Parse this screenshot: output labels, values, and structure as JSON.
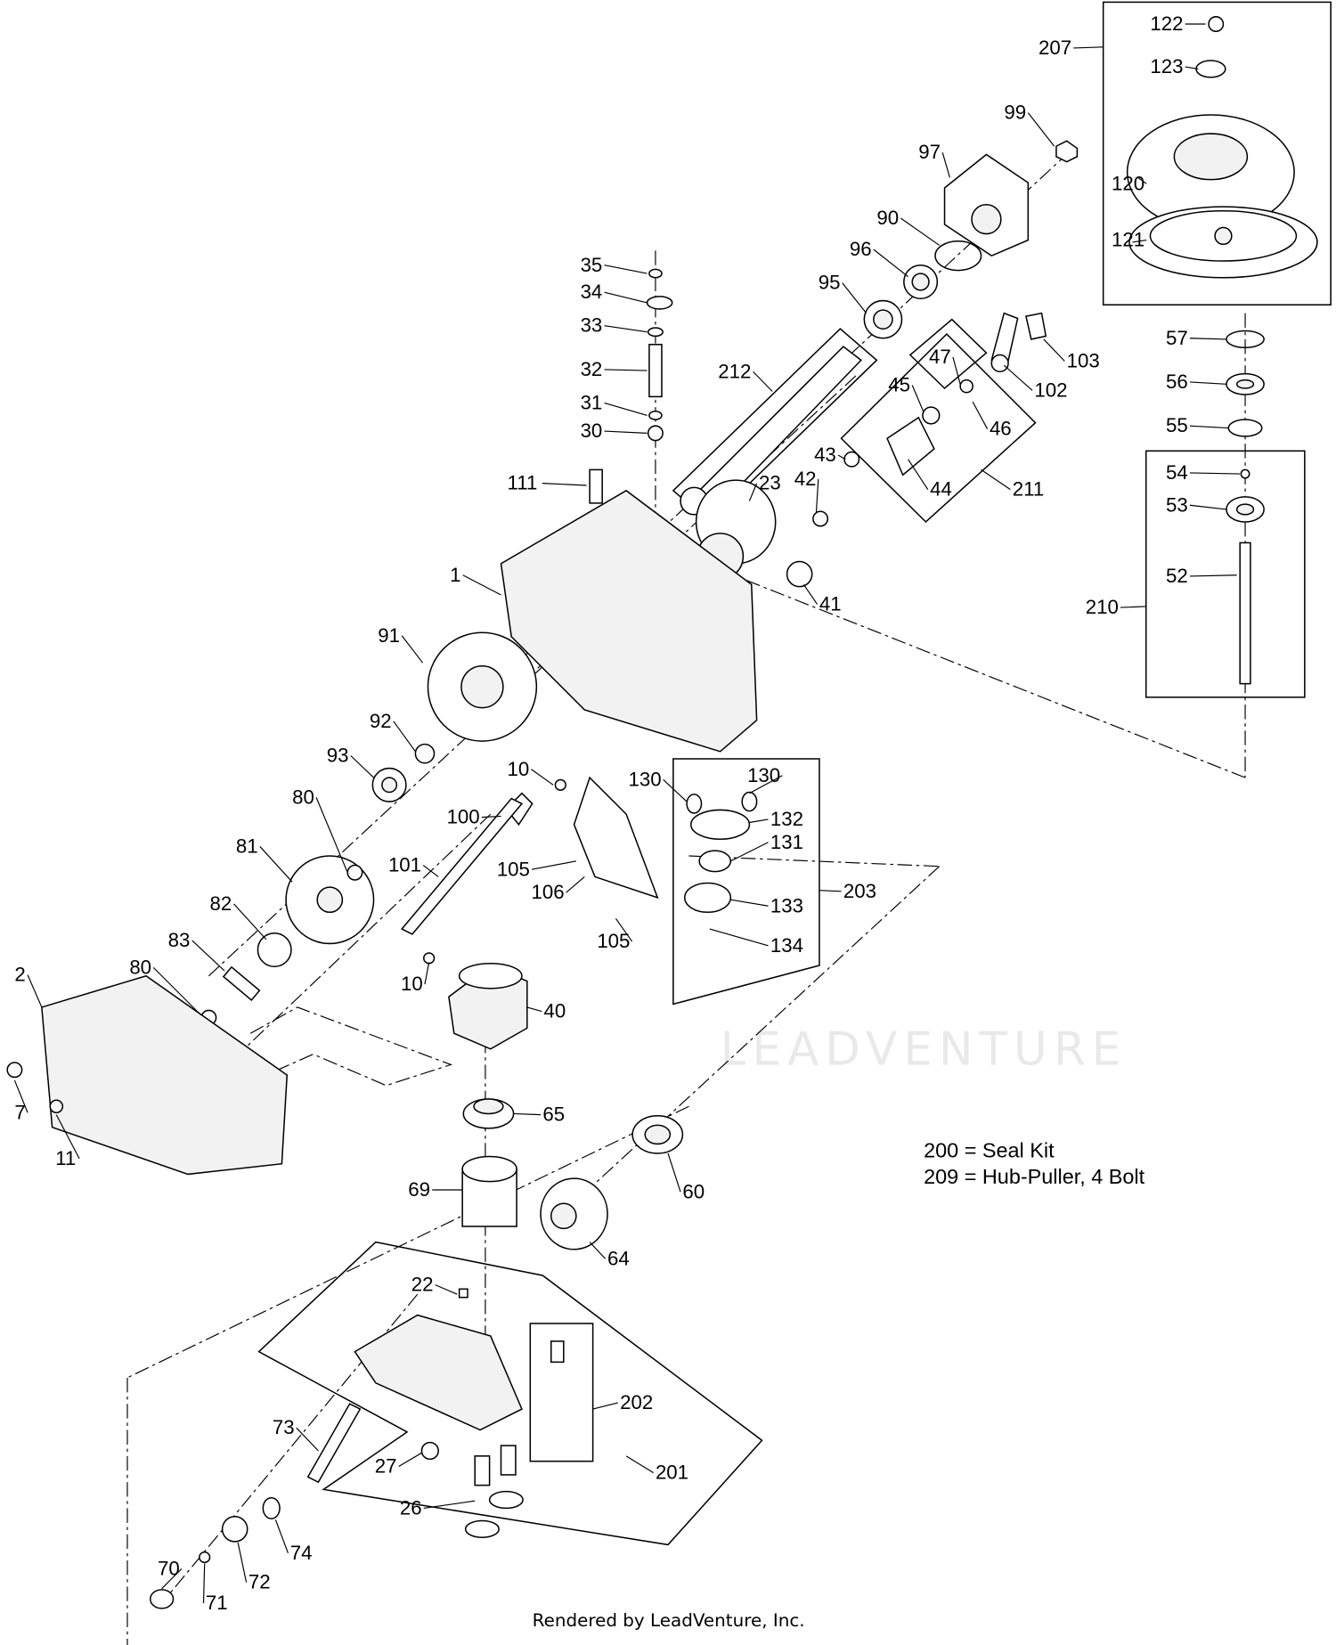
{
  "watermark": "LEADVENTURE",
  "callouts": [
    "122",
    "123",
    "207",
    "99",
    "97",
    "120",
    "121",
    "90",
    "96",
    "95",
    "35",
    "34",
    "33",
    "32",
    "31",
    "30",
    "212",
    "57",
    "47",
    "103",
    "102",
    "56",
    "45",
    "46",
    "55",
    "44",
    "211",
    "43",
    "42",
    "54",
    "53",
    "111",
    "23",
    "52",
    "1",
    "41",
    "210",
    "91",
    "92",
    "93",
    "10",
    "130",
    "130",
    "100",
    "132",
    "80",
    "81",
    "131",
    "101",
    "105",
    "203",
    "106",
    "133",
    "82",
    "105",
    "134",
    "83",
    "80",
    "2",
    "10",
    "40",
    "7",
    "65",
    "11",
    "69",
    "60",
    "64",
    "22",
    "202",
    "73",
    "27",
    "201",
    "26",
    "74",
    "72",
    "70",
    "71"
  ],
  "legend": [
    "200 = Seal Kit",
    "209 = Hub-Puller, 4 Bolt"
  ],
  "footer": "Rendered by LeadVenture, Inc."
}
